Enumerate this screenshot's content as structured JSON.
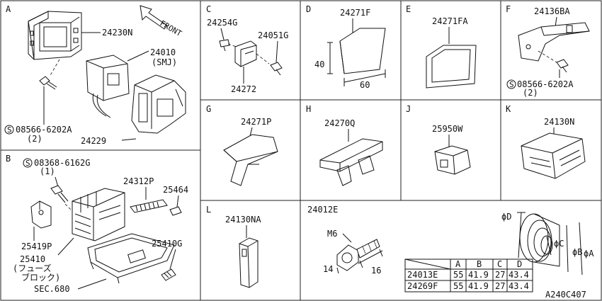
{
  "panels": {
    "A": {
      "label": "A",
      "front_label": "FRONT",
      "parts": [
        "24230N",
        "24010",
        "(SMJ)",
        "08566-6202A",
        "(2)",
        "24229"
      ]
    },
    "B": {
      "label": "B",
      "parts": [
        "08368-6162G",
        "(1)",
        "24312P",
        "25464",
        "25419P",
        "25410",
        "(フューズ",
        "ブロック)",
        "25410G",
        "SEC.680"
      ]
    },
    "C": {
      "label": "C",
      "parts": [
        "24254G",
        "24051G",
        "24272"
      ]
    },
    "D": {
      "label": "D",
      "parts": [
        "24271F"
      ],
      "dim_height": "40",
      "dim_width": "60"
    },
    "E": {
      "label": "E",
      "parts": [
        "24271FA"
      ]
    },
    "F": {
      "label": "F",
      "parts": [
        "24136BA",
        "08566-6202A",
        "(2)"
      ]
    },
    "G": {
      "label": "G",
      "parts": [
        "24271P"
      ]
    },
    "H": {
      "label": "H",
      "parts": [
        "24270Q"
      ]
    },
    "J": {
      "label": "J",
      "parts": [
        "25950W"
      ]
    },
    "K": {
      "label": "K",
      "parts": [
        "24130N"
      ]
    },
    "L": {
      "label": "L",
      "parts": [
        "24130NA"
      ]
    },
    "bolt": {
      "part": "24012E",
      "size": "M6",
      "dim_a": "14",
      "dim_b": "16"
    },
    "grommet": {
      "dim_labels": [
        "ϕD",
        "ϕC",
        "ϕB",
        "ϕA"
      ],
      "table": {
        "headers": [
          "A",
          "B",
          "C",
          "D"
        ],
        "rows": [
          {
            "part": "24013E",
            "values": [
              "55",
              "41.9",
              "27",
              "43.4"
            ]
          },
          {
            "part": "24269F",
            "values": [
              "55",
              "41.9",
              "27",
              "43.4"
            ]
          }
        ]
      }
    }
  },
  "screw_symbol": "S",
  "figure_code": "A240C407"
}
